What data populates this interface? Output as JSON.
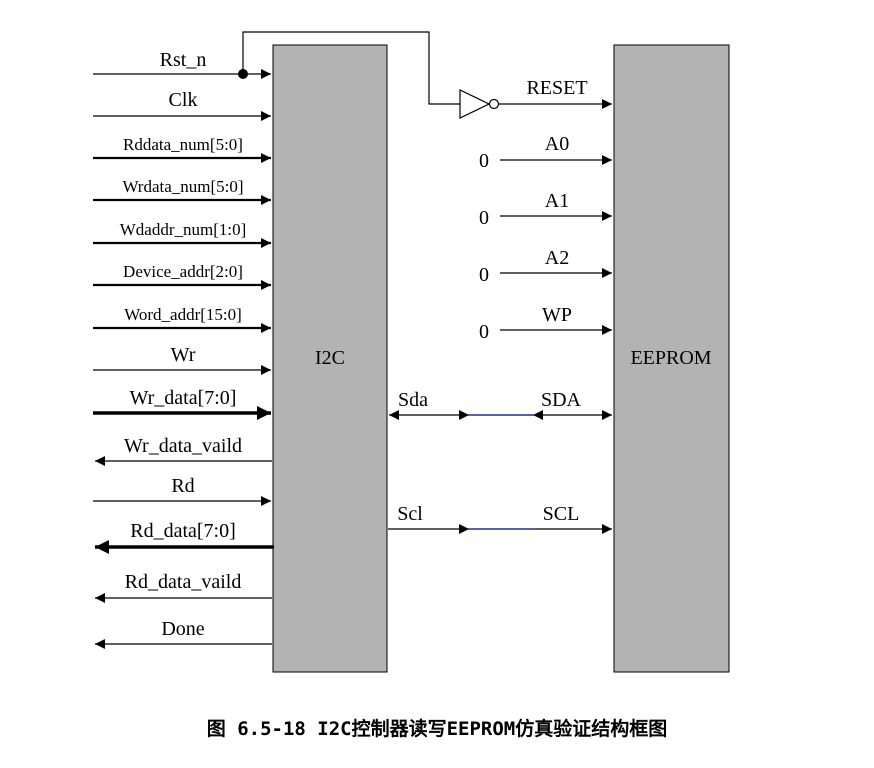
{
  "blocks": {
    "i2c": {
      "label": "I2C"
    },
    "eeprom": {
      "label": "EEPROM"
    }
  },
  "i2c_ports": {
    "rst_n": "Rst_n",
    "clk": "Clk",
    "rddata_num": "Rddata_num[5:0]",
    "wrdata_num": "Wrdata_num[5:0]",
    "wdaddr_num": "Wdaddr_num[1:0]",
    "device_addr": "Device_addr[2:0]",
    "word_addr": "Word_addr[15:0]",
    "wr": "Wr",
    "wr_data": "Wr_data[7:0]",
    "wr_data_vaild": "Wr_data_vaild",
    "rd": "Rd",
    "rd_data": "Rd_data[7:0]",
    "rd_data_vaild": "Rd_data_vaild",
    "done": "Done",
    "sda": "Sda",
    "scl": "Scl"
  },
  "eeprom_ports": {
    "reset": "RESET",
    "a0": "A0",
    "a1": "A1",
    "a2": "A2",
    "wp": "WP",
    "sda": "SDA",
    "scl": "SCL"
  },
  "tie_values": {
    "a0": "0",
    "a1": "0",
    "a2": "0",
    "wp": "0"
  },
  "colors": {
    "block_fill": "#b3b3b3",
    "wire": "#000000",
    "bus_wire": "#1f2a9c"
  },
  "caption": "图 6.5-18 I2C控制器读写EEPROM仿真验证结构框图"
}
